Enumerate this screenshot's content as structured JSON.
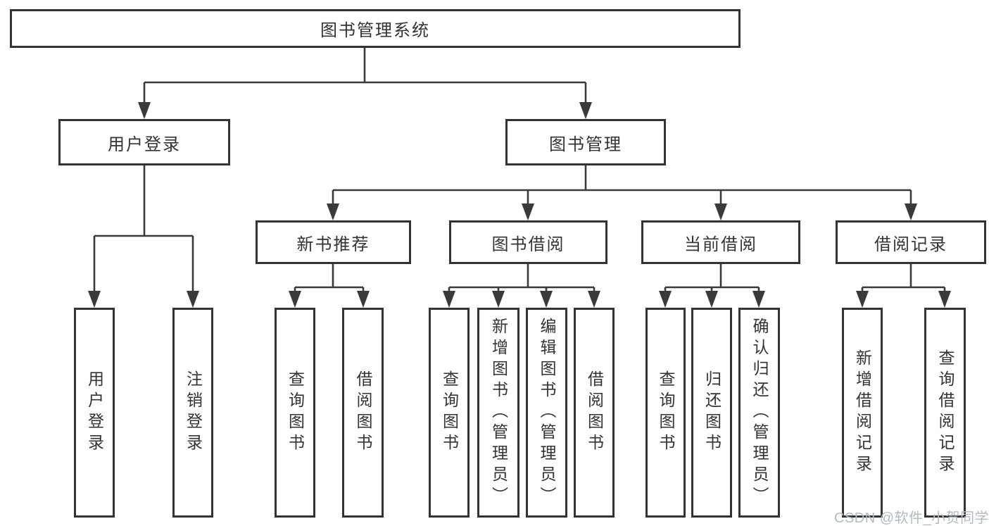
{
  "diagram_title": "图书管理系统",
  "watermark": "CSDN @软件_小贺同学",
  "colors": {
    "line": "#3a3a3a",
    "border": "#333333",
    "background": "#ffffff",
    "text": "#333333",
    "watermark": "#b4bac2"
  },
  "nodes": {
    "root": "图书管理系统",
    "user_login": "用户登录",
    "book_mgmt": "图书管理",
    "new_books": "新书推荐",
    "book_borrow": "图书借阅",
    "current_borrow": "当前借阅",
    "borrow_records": "借阅记录",
    "leaf_user_login": "用户登录",
    "leaf_logout": "注销登录",
    "leaf_nb_query": "查询图书",
    "leaf_nb_borrow": "借阅图书",
    "leaf_bb_query": "查询图书",
    "leaf_bb_add": "新增图书（管理员）",
    "leaf_bb_edit": "编辑图书（管理员）",
    "leaf_bb_borrow": "借阅图书",
    "leaf_cb_query": "查询图书",
    "leaf_cb_return": "归还图书",
    "leaf_cb_confirm": "确认归还（管理员）",
    "leaf_br_add": "新增借阅记录",
    "leaf_br_query": "查询借阅记录"
  },
  "hierarchy": {
    "图书管理系统": {
      "用户登录": [
        "用户登录",
        "注销登录"
      ],
      "图书管理": {
        "新书推荐": [
          "查询图书",
          "借阅图书"
        ],
        "图书借阅": [
          "查询图书",
          "新增图书（管理员）",
          "编辑图书（管理员）",
          "借阅图书"
        ],
        "当前借阅": [
          "查询图书",
          "归还图书",
          "确认归还（管理员）"
        ],
        "借阅记录": [
          "新增借阅记录",
          "查询借阅记录"
        ]
      }
    }
  }
}
